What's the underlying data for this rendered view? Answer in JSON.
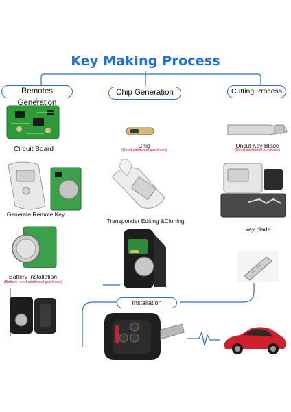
{
  "title": "Key Making Process",
  "columns": {
    "remotes": {
      "heading": "Remotes Generation"
    },
    "chip": {
      "heading": "Chip Generation"
    },
    "cutting": {
      "heading": "Cutting Process"
    }
  },
  "steps": {
    "circuit_board": "Circuit Board",
    "generate_remote_key": "Generate Remote Key",
    "battery_installation": "Battery Installation",
    "battery_note": "(Battery need additional purchase)",
    "chip": "Chip",
    "chip_note": "(Need additional purchase)",
    "transponder": "Transponder Editing &Cloning",
    "uncut_key_blade": "Uncut Key  Blade",
    "uncut_note": "(Need additional purchase)",
    "key_blade": "key blade",
    "installation": "Installation"
  },
  "colors": {
    "accent": "#1e6fd9",
    "line": "#2f6fbf",
    "note": "#d21f1f",
    "car": "#d0202a"
  }
}
